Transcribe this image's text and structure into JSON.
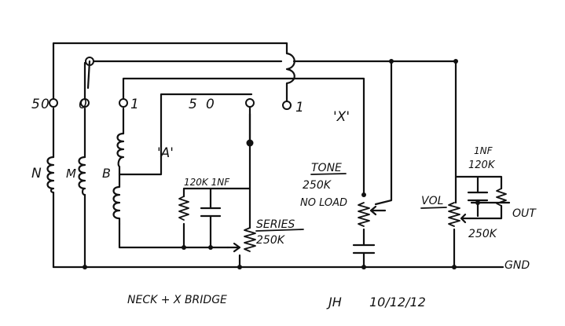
{
  "labels": {
    "pickup_n": "N",
    "pickup_m": "M",
    "pickup_b": "B",
    "switch_a_pos1": "5",
    "switch_a_pos2": "0",
    "switch_b_pos1": "0",
    "switch_b_pos2": "1",
    "switch_c_pos1": "5",
    "switch_c_pos2": "0",
    "switch_d_pos": "1",
    "coil_a": "'A'",
    "x_label": "'X'",
    "cap_120k_1nf": "120K 1NF",
    "series": "SERIES",
    "series_value": "250K",
    "tone": "TONE",
    "tone_value": "250K",
    "tone_noload": "NO LOAD",
    "vol_cap": "1NF",
    "vol_res": "120K",
    "vol": "VOL",
    "vol_value": "250K",
    "out": "OUT",
    "gnd": "GND",
    "caption": "NECK + X BRIDGE",
    "signature": "JH",
    "date": "10/12/12"
  }
}
